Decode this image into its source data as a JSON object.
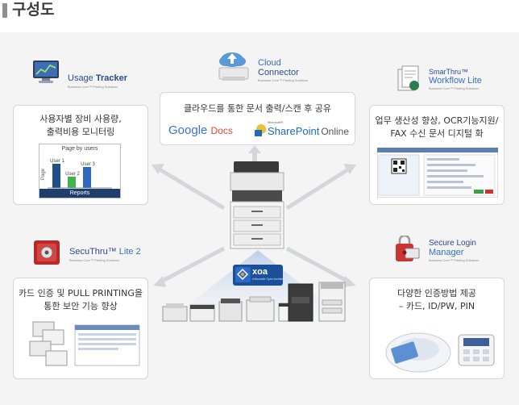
{
  "header": {
    "title": "구성도"
  },
  "cards": {
    "usage_tracker": {
      "logo_name_regular": "Usage",
      "logo_name_bold": "Tracker",
      "logo_sub": "Business Core™ Printing Solutions",
      "text": "사용자별 장비 사용량,\n출력비용 모니터링",
      "chart": {
        "title": "Page by users",
        "axis_label": "Page",
        "footer": "Reports",
        "bars": [
          {
            "label": "User 1",
            "value": 3,
            "color": "#1f4e8c"
          },
          {
            "label": "User 2",
            "value": 1.4,
            "color": "#3db54a"
          },
          {
            "label": "User 3",
            "value": 2.6,
            "color": "#2f66c2"
          }
        ]
      }
    },
    "cloud_connector": {
      "logo_line1": "Cloud",
      "logo_line2": "Connector",
      "logo_sub": "Business Core™ Printing Solutions",
      "text": "클라우드를 통한 문서 출력/스캔 후 공유",
      "google_brand": "Google",
      "google_product": "Docs",
      "sp_microsoft": "Microsoft®",
      "sp_name": "SharePoint",
      "sp_suffix": "Online"
    },
    "smarthru": {
      "logo_line1": "SmarThru™",
      "logo_line2": "Workflow Lite",
      "logo_sub": "Business Core™ Printing Solutions",
      "text": "업무 생산성 향상, OCR기능지원/\nFAX 수신 문서 디지털 화"
    },
    "secuthru": {
      "logo_name_regular": "SecuThru™",
      "logo_name_bold": "Lite 2",
      "logo_sub": "Business Core™ Printing Solutions",
      "text": "카드 인증 및 PULL PRINTING을\n통한 보안 기능 향상"
    },
    "secure_login": {
      "logo_line1": "Secure Login",
      "logo_line2": "Manager",
      "logo_sub": "Business Core™ Printing Solutions",
      "text": "다양한 인증방법 제공\n– 카드, ID/PW, PIN"
    }
  },
  "center": {
    "xoa_label": "xoa",
    "xoa_sub": "eXtensible Open Architecture"
  },
  "colors": {
    "title_bar_mark": "#8e8e8e",
    "stage_bg": "#f4f4f4",
    "card_border": "#d6d6d6",
    "brand_blue": "#1b4f9a",
    "arrow_gray": "#d3d6db"
  }
}
